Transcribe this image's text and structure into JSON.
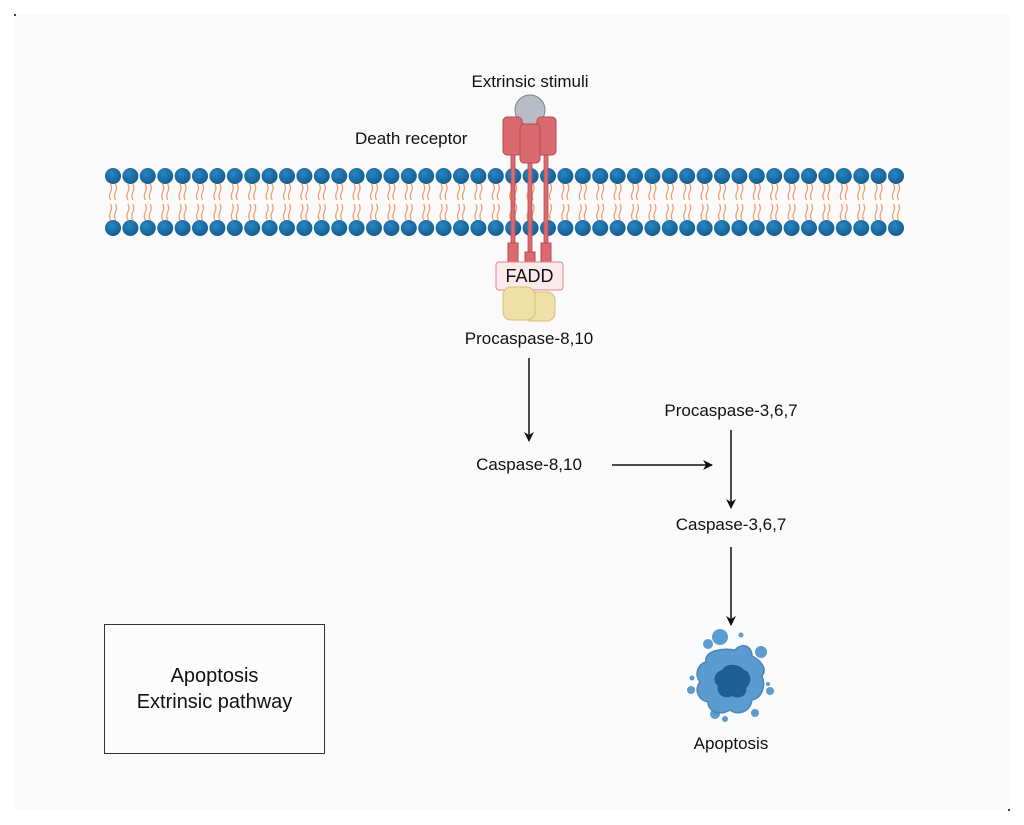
{
  "labels": {
    "stimulus": "Extrinsic stimuli",
    "receptor": "Death receptor",
    "adaptor": "FADD",
    "procaspase_initiator": "Procaspase-8,10",
    "caspase_initiator": "Caspase-8,10",
    "procaspase_executioner": "Procaspase-3,6,7",
    "caspase_executioner": "Caspase-3,6,7",
    "outcome": "Apoptosis"
  },
  "legend": {
    "line1": "Apoptosis",
    "line2": "Extrinsic pathway"
  },
  "colors": {
    "membrane_head": "#1a6fa8",
    "membrane_tail": "#f0a070",
    "receptor_fill": "#d96a70",
    "receptor_stroke": "#c04850",
    "ligand_fill": "#b8bcc4",
    "fadd_fill": "#fbeaea",
    "procaspase_fill": "#efe0a8",
    "cell_fill": "#5b9bd0",
    "cell_nucleus": "#1e5f96"
  }
}
